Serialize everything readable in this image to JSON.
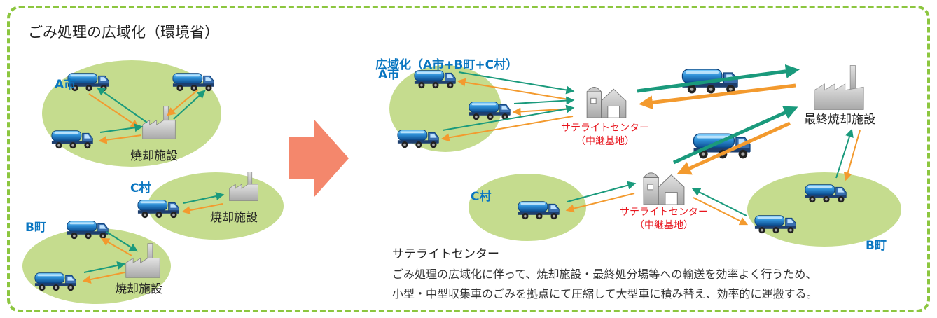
{
  "title": "ごみ処理の広域化（環境省）",
  "before": {
    "a_label": "A市",
    "c_label": "C村",
    "b_label": "B町",
    "incinerator_label": "焼却施設"
  },
  "after": {
    "subtitle": "広域化（A市+B町+C村）",
    "a_label": "A市",
    "c_label": "C村",
    "b_label": "B町",
    "final_label": "最終焼却施設",
    "satellite_label": "サテライトセンター",
    "relay_label": "（中継基地）"
  },
  "note": {
    "title": "サテライトセンター",
    "line1": "ごみ処理の広域化に伴って、焼却施設・最終処分場等への輸送を効率よく行うため、",
    "line2": "小型・中型収集車のごみを拠点にて圧縮して大型車に積み替え、効率的に運搬する。"
  },
  "colors": {
    "border": "#8cc63f",
    "area": "#c5dc8e",
    "arrow_teal": "#1a9a7c",
    "arrow_orange": "#f39a2e",
    "big_arrow": "#f4876c",
    "label_blue": "#0a76c1",
    "label_red": "#e8161e"
  },
  "icons": [
    "truck-icon",
    "incinerator-icon",
    "satellite-center-icon",
    "big-arrow-icon"
  ]
}
